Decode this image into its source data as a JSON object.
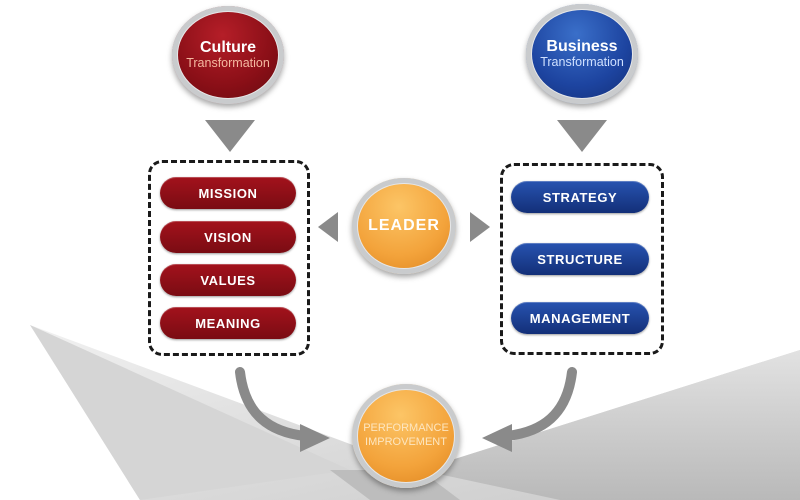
{
  "culture": {
    "title": "Culture",
    "subtitle": "Transformation",
    "color": "#8a0f17"
  },
  "business": {
    "title": "Business",
    "subtitle": "Transformation",
    "color": "#1d44a0"
  },
  "leader": {
    "label": "LEADER",
    "color": "#f3a33b"
  },
  "performance": {
    "line1": "PERFORMANCE",
    "line2": "IMPROVEMENT"
  },
  "culture_items": [
    "MISSION",
    "VISION",
    "VALUES",
    "MEANING"
  ],
  "business_items": [
    "STRATEGY",
    "STRUCTURE",
    "MANAGEMENT"
  ],
  "arrow_color": "#8a8a8a"
}
